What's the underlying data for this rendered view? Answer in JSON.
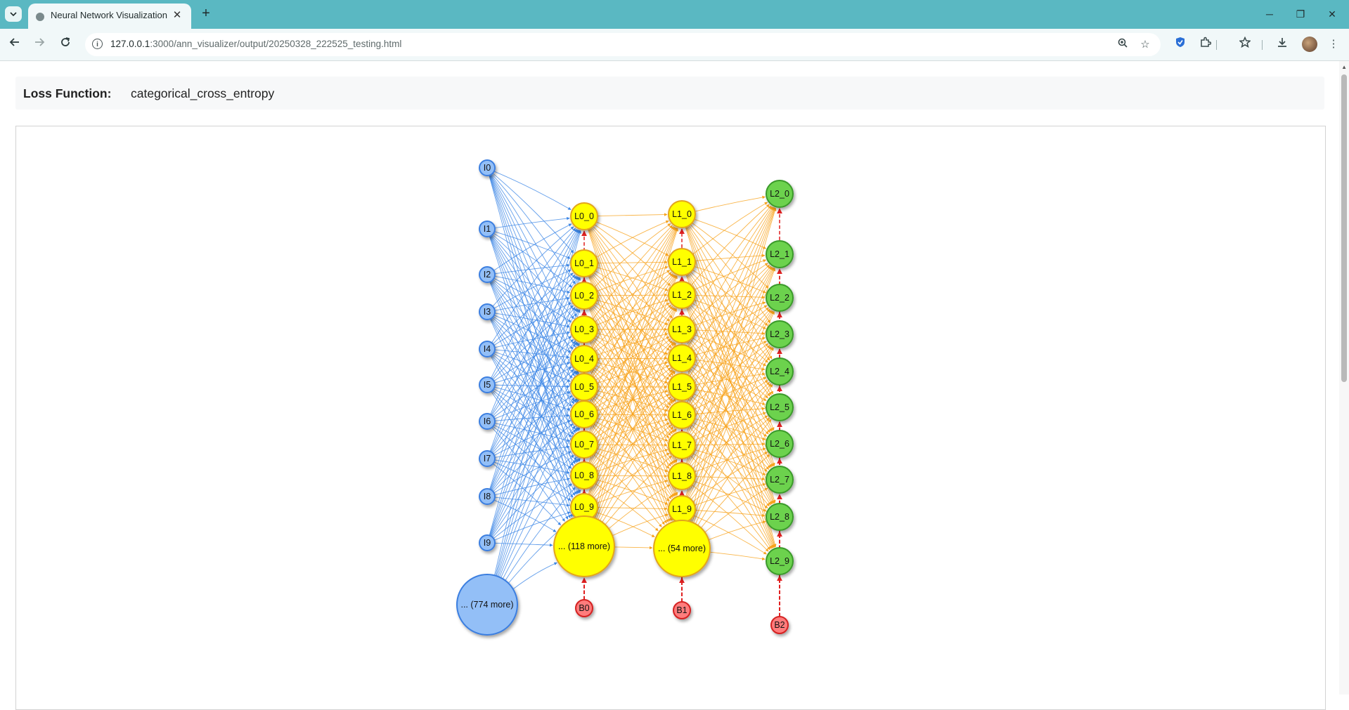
{
  "browser": {
    "tab_title": "Neural Network Visualization",
    "url_host": "127.0.0.1",
    "url_rest": ":3000/ann_visualizer/output/20250328_222525_testing.html"
  },
  "loss": {
    "label": "Loss Function:",
    "value": "categorical_cross_entropy"
  },
  "network": {
    "layers": [
      {
        "id": "input",
        "color": "#93bff7",
        "stroke": "#3a7ee0",
        "nodes": [
          "I0",
          "I1",
          "I2",
          "I3",
          "I4",
          "I5",
          "I6",
          "I7",
          "I8",
          "I9"
        ],
        "more": "... (774 more)"
      },
      {
        "id": "hidden0",
        "color": "#ffff00",
        "stroke": "#e3a51a",
        "nodes": [
          "L0_0",
          "L0_1",
          "L0_2",
          "L0_3",
          "L0_4",
          "L0_5",
          "L0_6",
          "L0_7",
          "L0_8",
          "L0_9"
        ],
        "more": "... (118 more)",
        "bias": "B0"
      },
      {
        "id": "hidden1",
        "color": "#ffff00",
        "stroke": "#e3a51a",
        "nodes": [
          "L1_0",
          "L1_1",
          "L1_2",
          "L1_3",
          "L1_4",
          "L1_5",
          "L1_6",
          "L1_7",
          "L1_8",
          "L1_9"
        ],
        "more": "... (54 more)",
        "bias": "B1"
      },
      {
        "id": "output",
        "color": "#6cd24e",
        "stroke": "#3a9a2a",
        "nodes": [
          "L2_0",
          "L2_1",
          "L2_2",
          "L2_3",
          "L2_4",
          "L2_5",
          "L2_6",
          "L2_7",
          "L2_8",
          "L2_9"
        ],
        "bias": "B2"
      }
    ],
    "edge_colors": {
      "input": "#3d87e6",
      "hidden": "#f7a21c",
      "bias": "#e02020"
    },
    "bias_color": "#ff7b7b",
    "bias_stroke": "#d42020"
  }
}
